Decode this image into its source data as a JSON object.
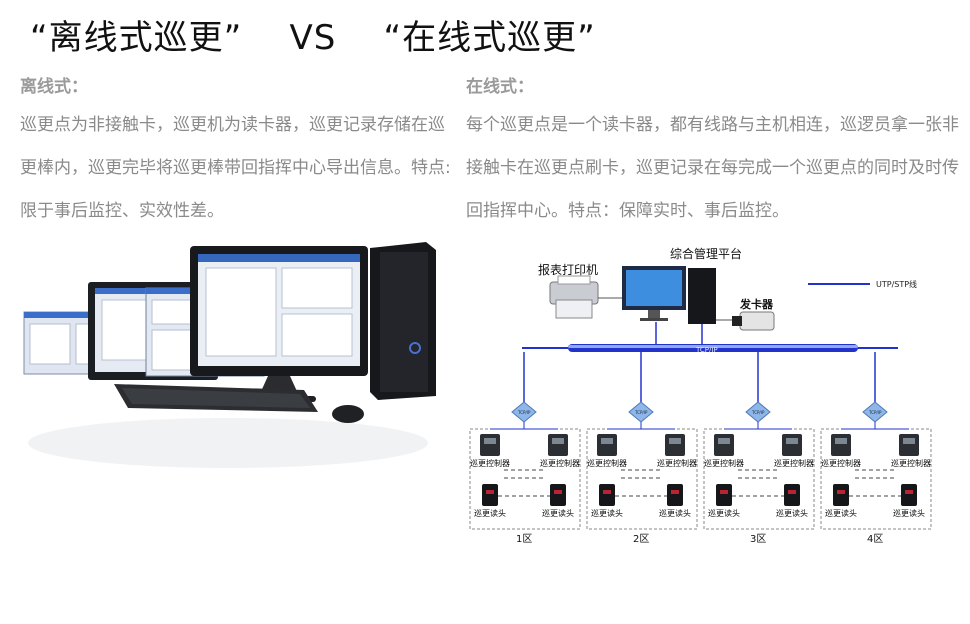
{
  "title": "“离线式巡更”    VS    “在线式巡更”",
  "offline": {
    "heading": "离线式：",
    "text": "巡更点为非接触卡，巡更机为读卡器，巡更记录存储在巡更棒内，巡更完毕将巡更棒带回指挥中心导出信息。特点:限于事后监控、实效性差。"
  },
  "online": {
    "heading": "在线式：",
    "text": "每个巡更点是一个读卡器，都有线路与主机相连，巡逻员拿一张非接触卡在巡更点刷卡，巡更记录在每完成一个巡更点的同时及时传回指挥中心。特点：保障实时、事后监控。"
  },
  "diagram": {
    "printer_label": "报表打印机",
    "platform_label": "综合管理平台",
    "issuer_label": "发卡器",
    "legend_label": "UTP/STP线",
    "bus_label": "TCP/IP",
    "converter_label": "TCP/IP",
    "controller_label": "巡更控制器",
    "reader_label": "巡更读头",
    "zones": [
      "1区",
      "2区",
      "3区",
      "4区"
    ]
  },
  "colors": {
    "bus": "#2233cc",
    "bus_light": "#8fa8ee",
    "line": "#2a3bd0",
    "text_gray": "#8a8a8a"
  }
}
